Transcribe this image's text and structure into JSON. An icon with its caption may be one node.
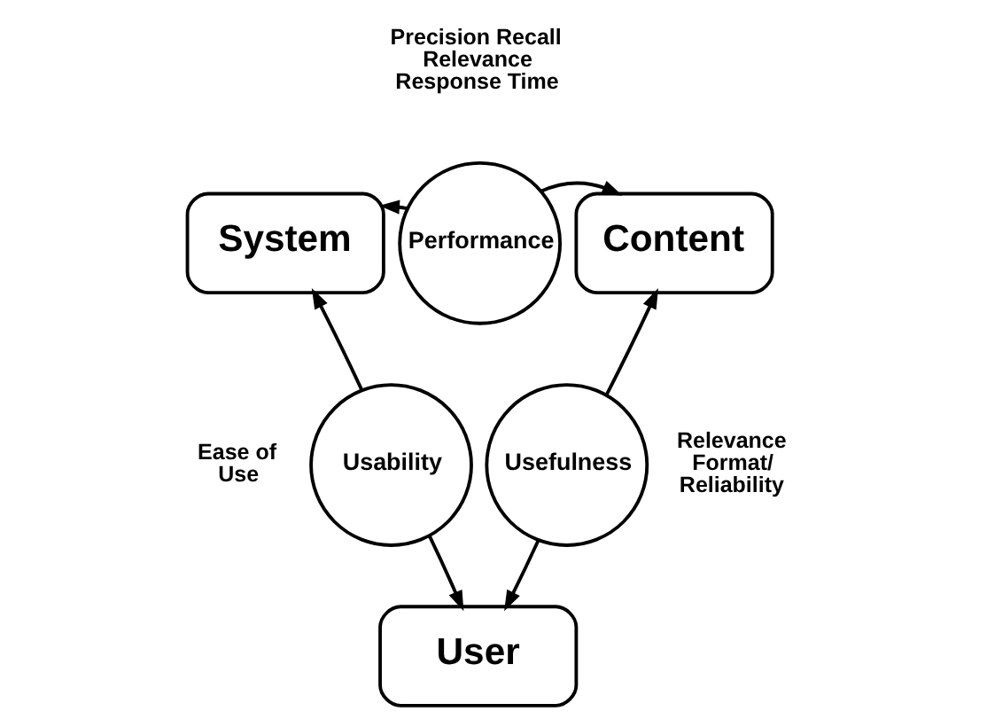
{
  "diagram": {
    "nodes": [
      {
        "text": [
          "System"
        ]
      },
      {
        "text": [
          "Content"
        ]
      },
      {
        "text": [
          "User"
        ]
      },
      {
        "text": [
          "Performance"
        ],
        "beside": [
          "Precision Recall Relevance Response Time"
        ]
      },
      {
        "text": [
          "Usability"
        ],
        "beside": [
          "Ease of Use"
        ]
      },
      {
        "text": [
          "Usefulness"
        ],
        "beside": [
          "Relevance Format/ Reliability"
        ]
      }
    ],
    "edges": [
      {
        "from": 3,
        "to": 0,
        "arrow": "to"
      },
      {
        "from": 3,
        "to": 1,
        "arrow": "to"
      },
      {
        "from": 4,
        "to": 0,
        "arrow": "to"
      },
      {
        "from": 4,
        "to": 2,
        "arrow": "to"
      },
      {
        "from": 5,
        "to": 1,
        "arrow": "to"
      },
      {
        "from": 5,
        "to": 2,
        "arrow": "to"
      }
    ]
  }
}
